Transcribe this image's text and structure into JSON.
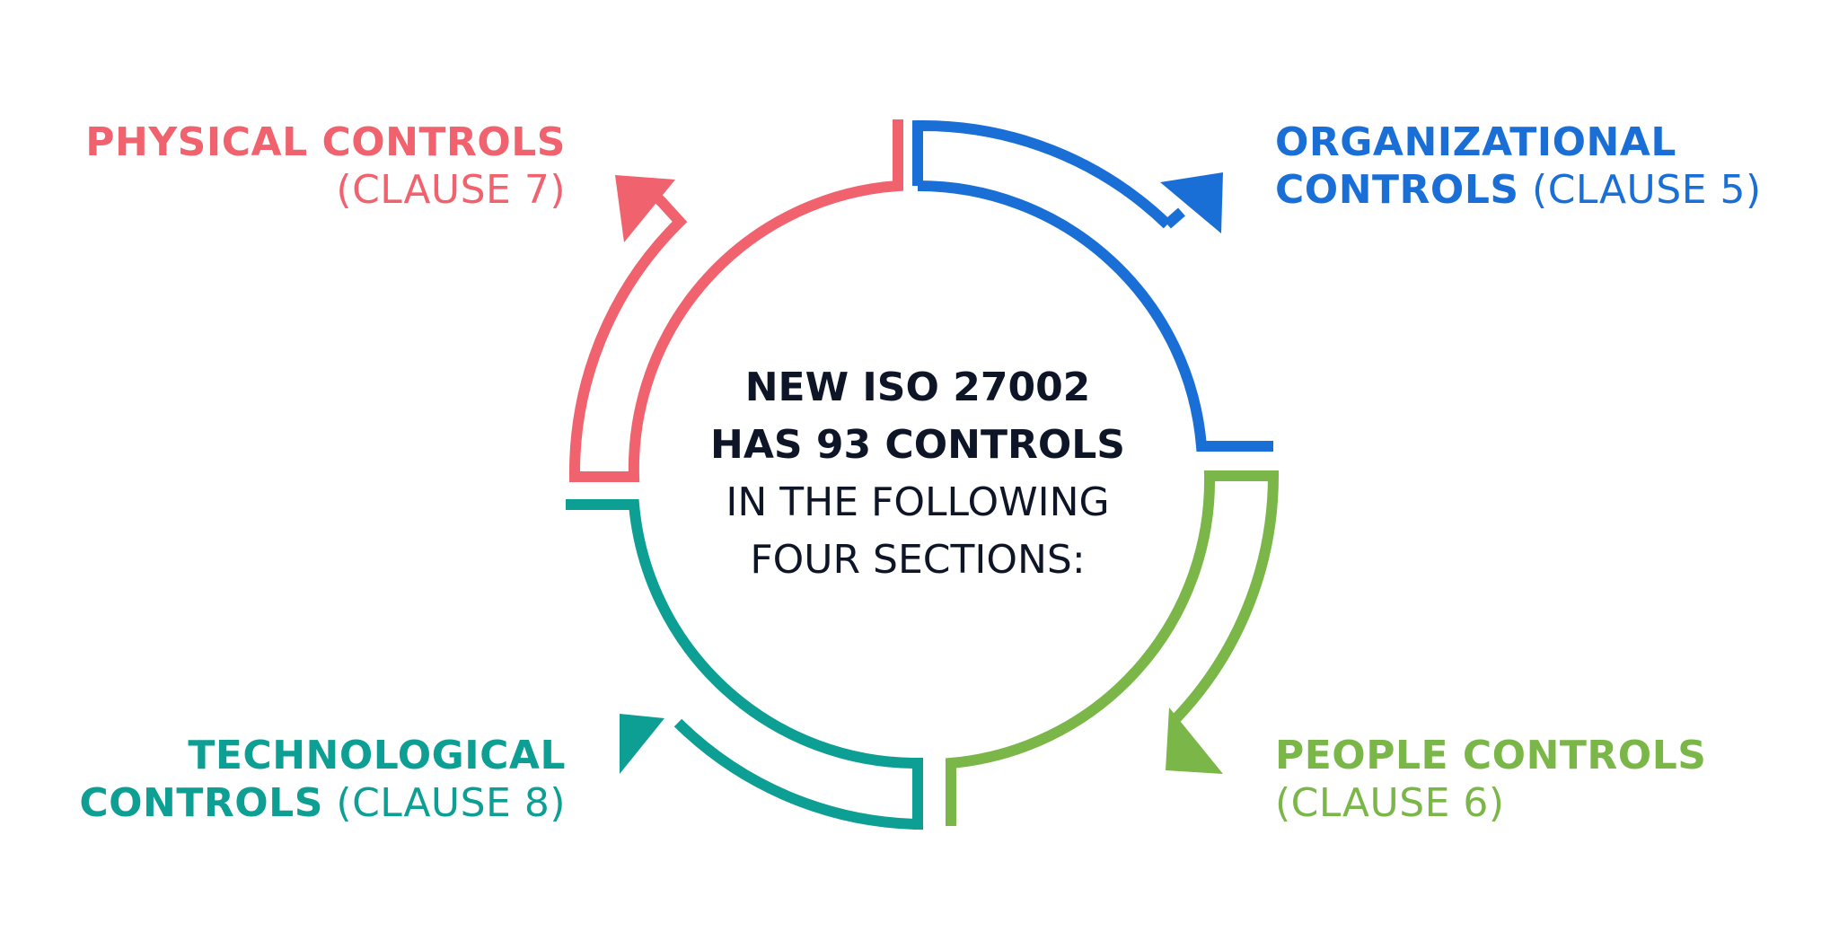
{
  "title": {
    "line1": "NEW ISO 27002",
    "line2": "HAS 93 CONTROLS",
    "line3": "IN THE FOLLOWING",
    "line4": "FOUR SECTIONS:"
  },
  "sections": [
    {
      "id": "organizational",
      "name_line1": "ORGANIZATIONAL",
      "name_line2": "CONTROLS",
      "clause": "(CLAUSE 5)",
      "color": "#1a6fd6",
      "position": "top-right"
    },
    {
      "id": "people",
      "name_line1": "PEOPLE CONTROLS",
      "clause": "(CLAUSE 6)",
      "color": "#7ab648",
      "position": "bottom-right"
    },
    {
      "id": "physical",
      "name_line1": "PHYSICAL CONTROLS",
      "clause": "(CLAUSE 7)",
      "color": "#f0636e",
      "position": "top-left"
    },
    {
      "id": "technological",
      "name_line1": "TECHNOLOGICAL",
      "name_line2": "CONTROLS",
      "clause": "(CLAUSE 8)",
      "color": "#0d9e94",
      "position": "bottom-left"
    }
  ]
}
